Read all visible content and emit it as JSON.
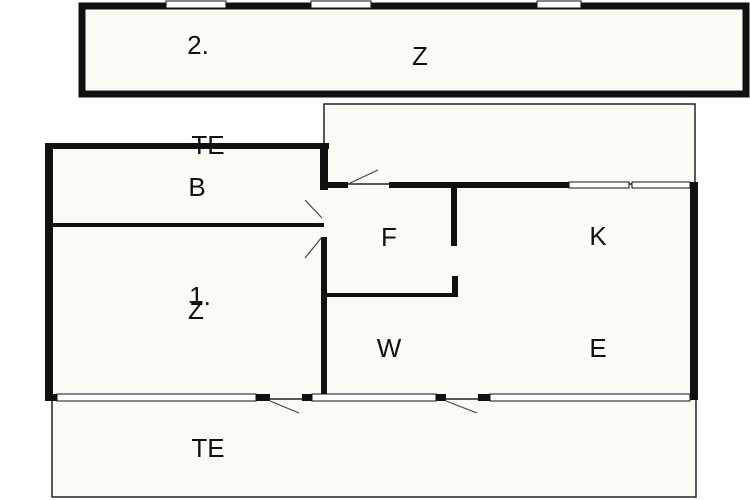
{
  "colors": {
    "wall": "#111111",
    "room_fill": "#fbfbf5",
    "outline": "#222222",
    "background": "#ffffff"
  },
  "upper_floor": {
    "floor_label": "2.",
    "room_label": "Z"
  },
  "lower_floor": {
    "terrace_top_label": "TE",
    "bath_label": "B",
    "bedroom_label": "Z",
    "floor_label": "1.",
    "hall_label": "F",
    "kitchen_label": "K",
    "wc_label": "W",
    "living_label": "E",
    "terrace_bottom_label": "TE"
  }
}
